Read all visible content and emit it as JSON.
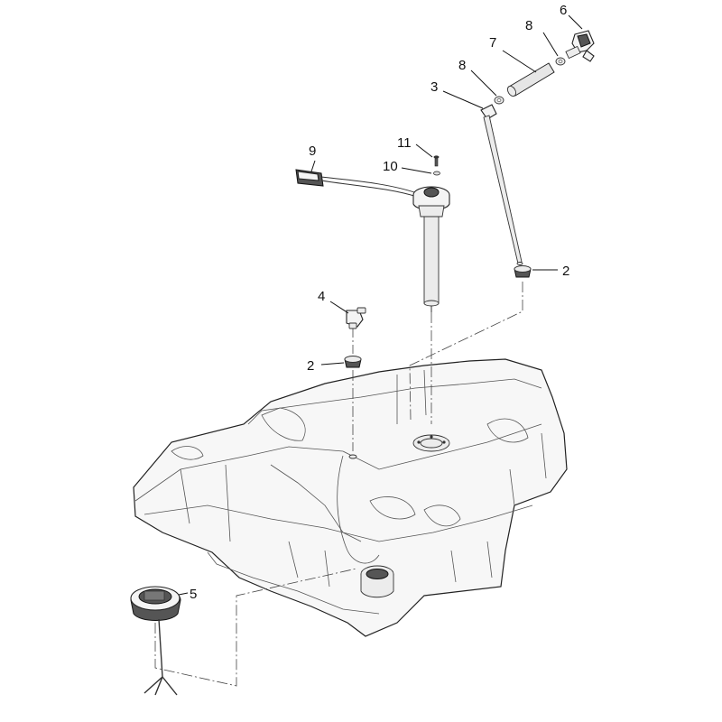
{
  "callouts": {
    "c1": "6",
    "c2": "8",
    "c3": "7",
    "c4": "8",
    "c5": "3",
    "c6": "9",
    "c7": "11",
    "c8": "10",
    "c9": "2",
    "c10": "4",
    "c11": "2",
    "c12": "5"
  }
}
